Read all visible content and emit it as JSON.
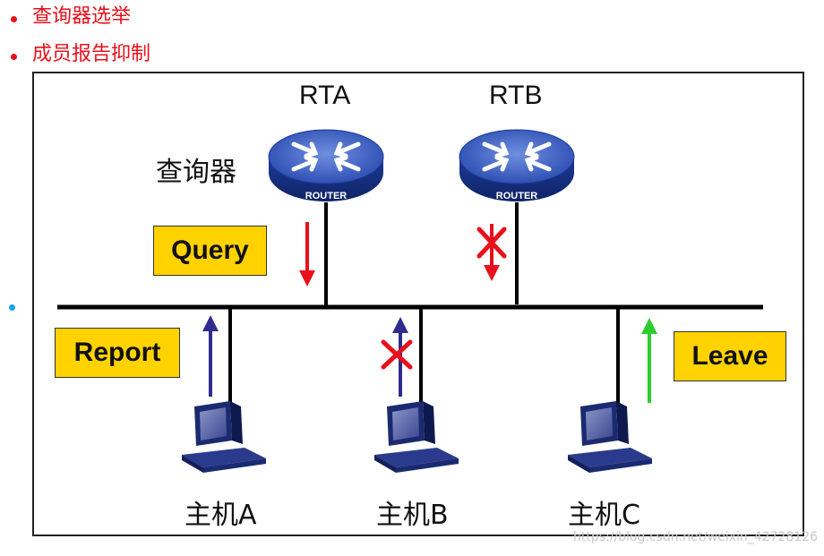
{
  "bullets": [
    "查询器选举",
    "成员报告抑制"
  ],
  "routers": [
    {
      "name": "RTA",
      "badge": "ROUTER"
    },
    {
      "name": "RTB",
      "badge": "ROUTER"
    }
  ],
  "querier_label": "查询器",
  "messages": {
    "query": "Query",
    "report": "Report",
    "leave": "Leave"
  },
  "hosts": [
    "主机A",
    "主机B",
    "主机C"
  ],
  "colors": {
    "bullet_text": "#e8101b",
    "message_box": "#ffd200",
    "arrow_blue": "#2f2c8e",
    "arrow_red": "#e8101b",
    "arrow_green": "#2ecc2e"
  },
  "watermark": "https://blog.csdn.net/weixin_42728126"
}
